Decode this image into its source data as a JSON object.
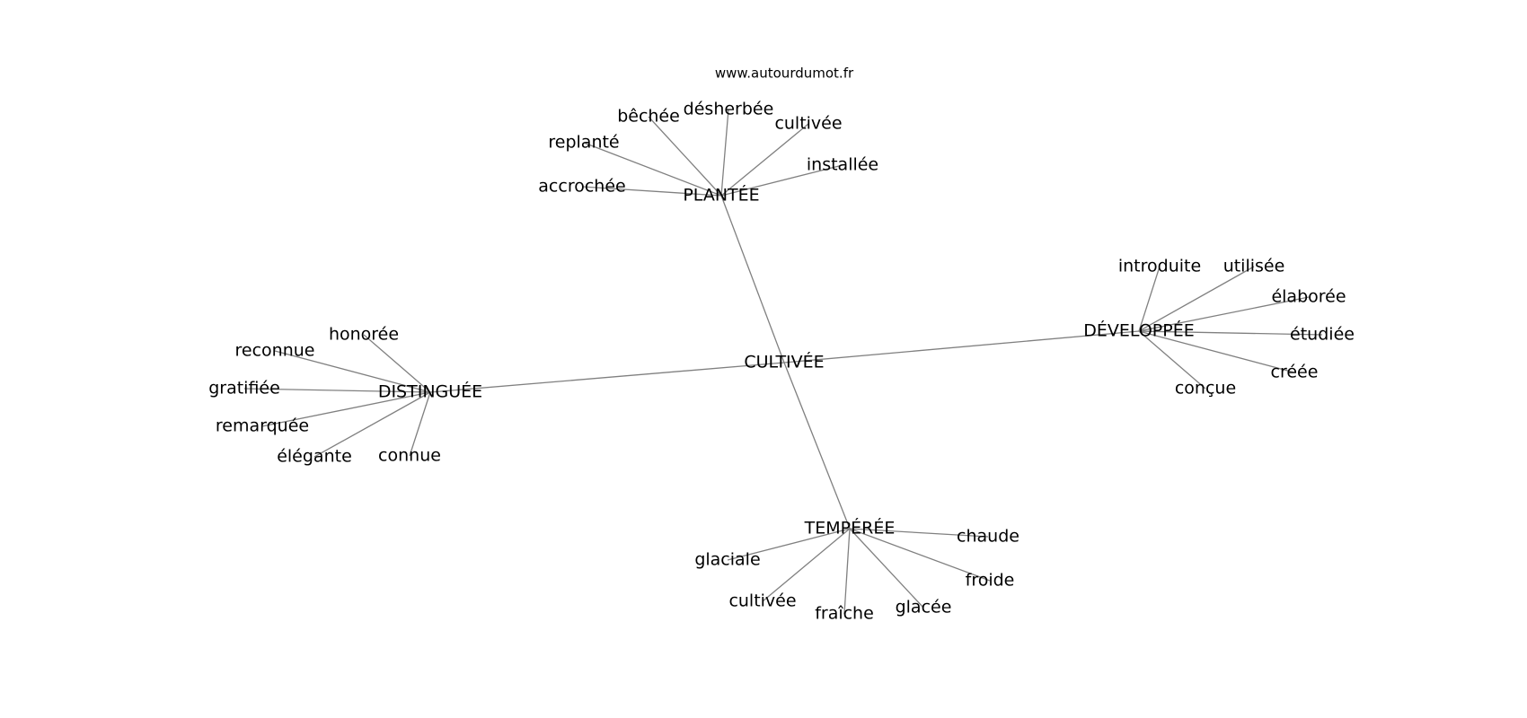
{
  "source": "www.autourdumot.fr",
  "center": "CULTIVÉE",
  "groups": [
    {
      "hub": "PLANTÉE",
      "leaves": [
        "bêchée",
        "désherbée",
        "cultivée",
        "installée",
        "replanté",
        "accrochée"
      ]
    },
    {
      "hub": "DÉVELOPPÉE",
      "leaves": [
        "introduite",
        "utilisée",
        "élaborée",
        "étudiée",
        "créée",
        "conçue"
      ]
    },
    {
      "hub": "DISTINGUÉE",
      "leaves": [
        "honorée",
        "reconnue",
        "gratifiée",
        "remarquée",
        "élégante",
        "connue"
      ]
    },
    {
      "hub": "TEMPÉRÉE",
      "leaves": [
        "chaude",
        "glaciale",
        "froide",
        "cultivée",
        "glacée",
        "fraîche"
      ]
    }
  ],
  "colors": {
    "edge": "#808080",
    "text": "#000000",
    "background": "#ffffff"
  }
}
